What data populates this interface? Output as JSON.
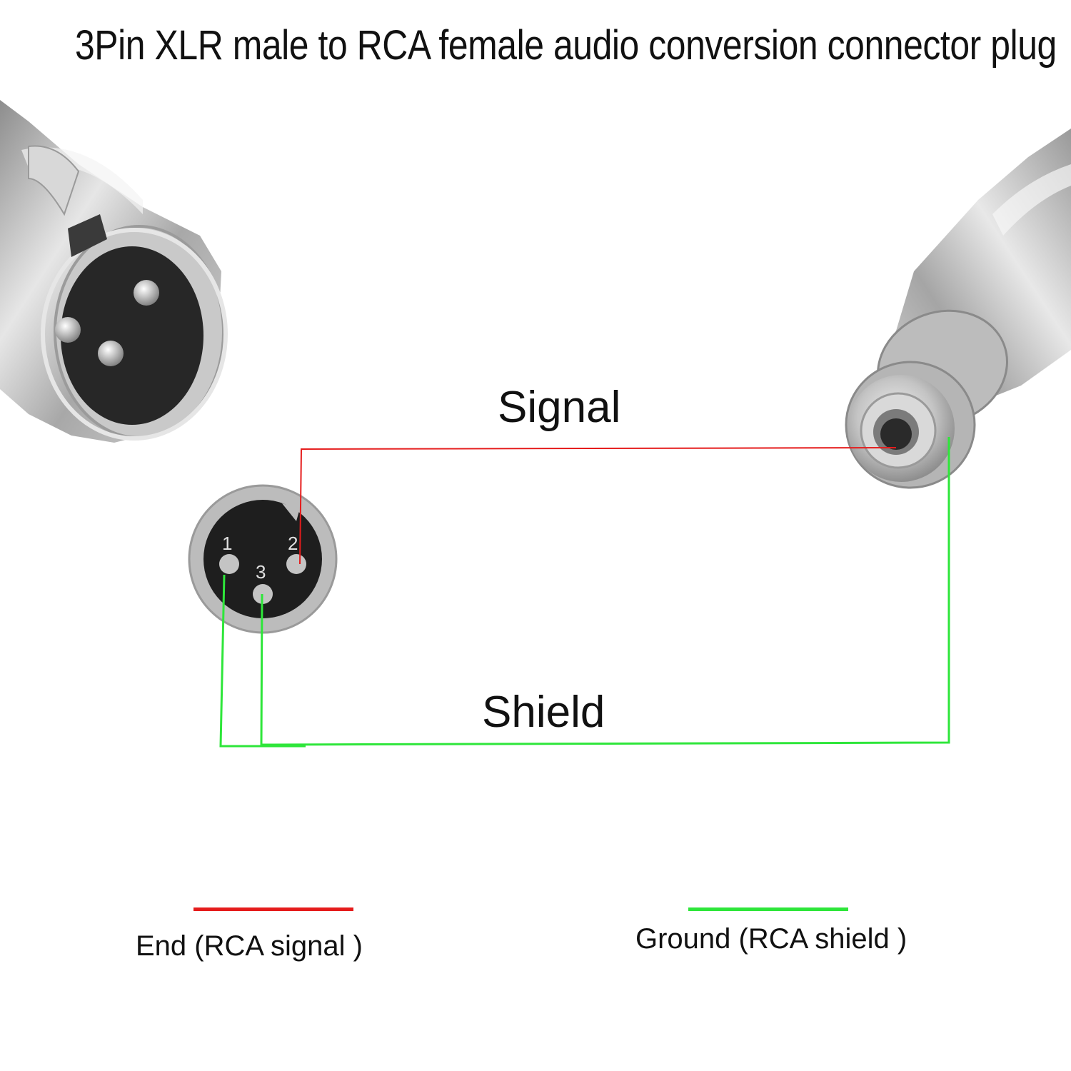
{
  "title": "3Pin XLR male to RCA female audio conversion connector plug",
  "wires": {
    "signal_label": "Signal",
    "shield_label": "Shield"
  },
  "pins": [
    "1",
    "2",
    "3"
  ],
  "legend": {
    "signal_text": "End (RCA signal )",
    "ground_text": "Ground (RCA shield )"
  },
  "colors": {
    "signal_wire": "#e51c1c",
    "ground_wire": "#2ee63a",
    "metal": "#b9b9b9",
    "insulator": "#1e1e1e"
  }
}
